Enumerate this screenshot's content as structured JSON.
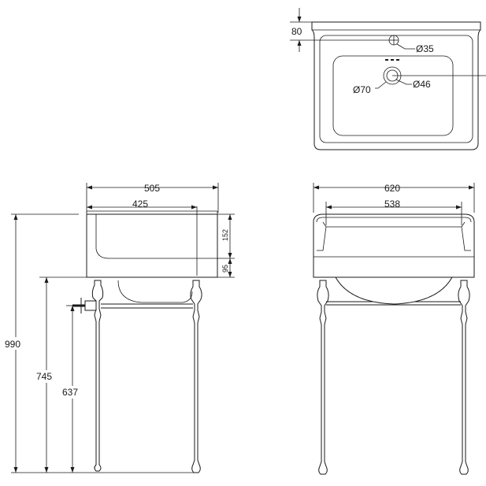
{
  "top_view": {
    "dim_edge": "80",
    "dim_tap_hole": "Ø35",
    "dim_waste_outer": "Ø70",
    "dim_waste_inner": "Ø46"
  },
  "side_view": {
    "dim_overall_depth": "505",
    "dim_bowl_depth": "425",
    "dim_basin_height": "152",
    "dim_shelf": "95",
    "dim_total_height": "990",
    "dim_rim_height": "745",
    "dim_waste_height": "637"
  },
  "front_view": {
    "dim_overall_width": "620",
    "dim_bowl_width": "538"
  }
}
